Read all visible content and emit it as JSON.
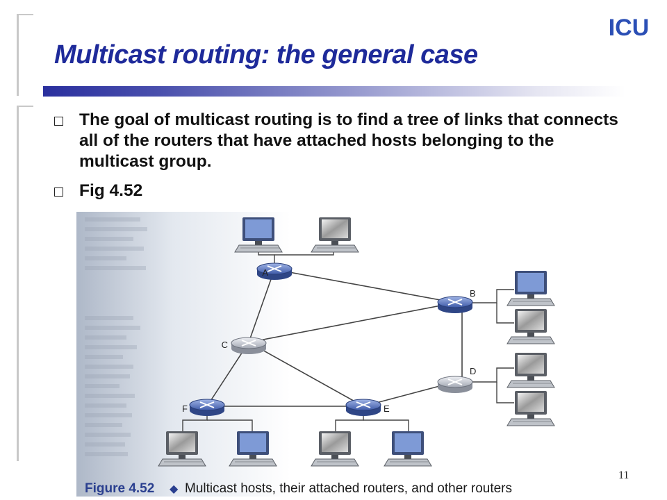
{
  "slide": {
    "title": "Multicast routing: the general case",
    "logo_text": "ICU",
    "page_number": "11"
  },
  "bullets": [
    {
      "text": "The goal of multicast routing is to find a tree of links that connects all of the routers that have attached hosts belonging to the multicast group."
    },
    {
      "text": "Fig 4.52"
    }
  ],
  "figure": {
    "caption_label": "Figure 4.52",
    "caption_separator": "◆",
    "caption_text": "Multicast hosts, their attached routers, and other routers",
    "routers": [
      {
        "label": "A",
        "attached_hosts": true
      },
      {
        "label": "B",
        "attached_hosts": true
      },
      {
        "label": "C",
        "attached_hosts": false
      },
      {
        "label": "D",
        "attached_hosts": true
      },
      {
        "label": "E",
        "attached_hosts": true
      },
      {
        "label": "F",
        "attached_hosts": true
      }
    ],
    "links": [
      [
        "A",
        "B"
      ],
      [
        "A",
        "C"
      ],
      [
        "B",
        "C"
      ],
      [
        "B",
        "D"
      ],
      [
        "C",
        "E"
      ],
      [
        "C",
        "F"
      ],
      [
        "F",
        "E"
      ],
      [
        "E",
        "D"
      ]
    ]
  },
  "colors": {
    "title": "#1e2a9a",
    "logo": "#2b4fb5",
    "host_router": "#5d7bc9",
    "other_router": "#c9cdd6",
    "link": "#444444"
  }
}
